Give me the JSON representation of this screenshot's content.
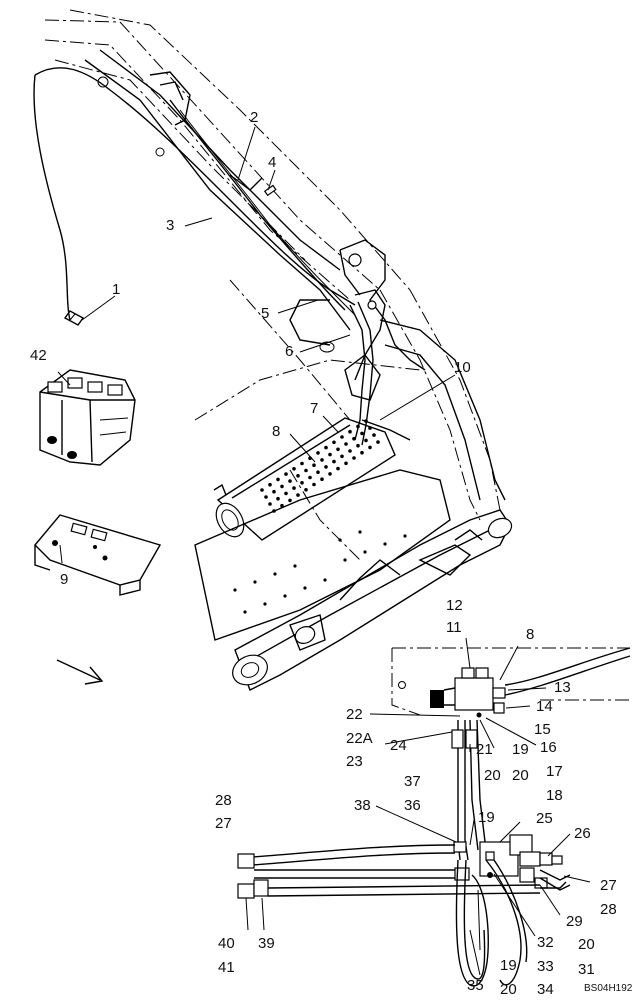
{
  "callouts": [
    {
      "text": "1"
    },
    {
      "text": "2"
    },
    {
      "text": "3"
    },
    {
      "text": "4"
    },
    {
      "text": "5"
    },
    {
      "text": "6"
    },
    {
      "text": "7"
    },
    {
      "text": "8"
    },
    {
      "text": "9"
    },
    {
      "text": "10"
    },
    {
      "text": "42"
    },
    {
      "text": "12"
    },
    {
      "text": "11"
    },
    {
      "text": "8"
    },
    {
      "text": "13"
    },
    {
      "text": "14"
    },
    {
      "text": "15"
    },
    {
      "text": "16"
    },
    {
      "text": "22"
    },
    {
      "text": "22A"
    },
    {
      "text": "23"
    },
    {
      "text": "24"
    },
    {
      "text": "21"
    },
    {
      "text": "19"
    },
    {
      "text": "20"
    },
    {
      "text": "20"
    },
    {
      "text": "17"
    },
    {
      "text": "18"
    },
    {
      "text": "37"
    },
    {
      "text": "36"
    },
    {
      "text": "38"
    },
    {
      "text": "28"
    },
    {
      "text": "27"
    },
    {
      "text": "19"
    },
    {
      "text": "25"
    },
    {
      "text": "26"
    },
    {
      "text": "27"
    },
    {
      "text": "28"
    },
    {
      "text": "29"
    },
    {
      "text": "20"
    },
    {
      "text": "31"
    },
    {
      "text": "32"
    },
    {
      "text": "33"
    },
    {
      "text": "34"
    },
    {
      "text": "19"
    },
    {
      "text": "20"
    },
    {
      "text": "35"
    },
    {
      "text": "40"
    },
    {
      "text": "41"
    },
    {
      "text": "39"
    }
  ],
  "drawing_code": "BS04H192"
}
